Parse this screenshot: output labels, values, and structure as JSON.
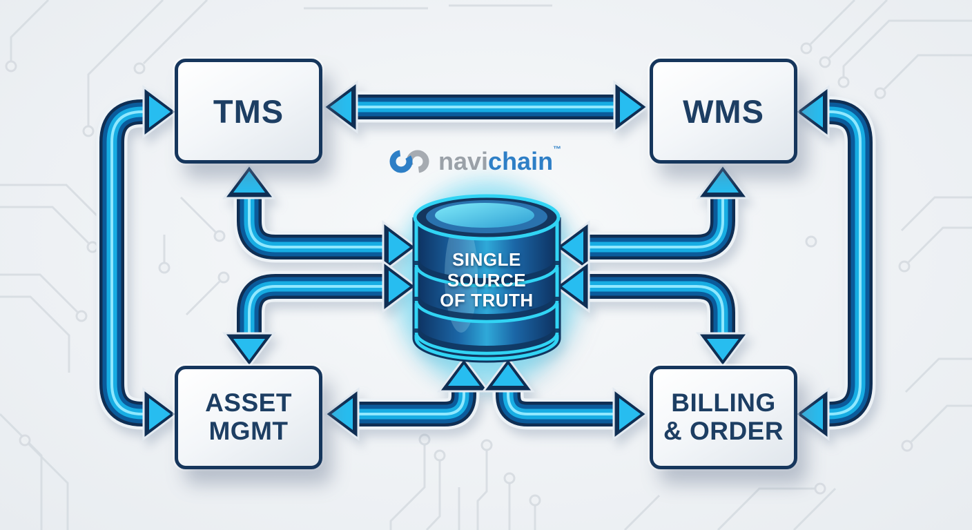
{
  "title": "NaviChain single source of truth integration diagram",
  "brand": {
    "word_part1": "navi",
    "word_part2": "chain",
    "trademark": "™",
    "icon": "chain-links-icon",
    "part1_color": "#9aa1a8",
    "part2_color": "#2e7fc6"
  },
  "nodes": {
    "tms": {
      "label": "TMS"
    },
    "wms": {
      "label": "WMS"
    },
    "asset_mgmt": {
      "line1": "ASSET",
      "line2": "MGMT"
    },
    "billing_order": {
      "line1": "BILLING",
      "line2": "& ORDER"
    },
    "database": {
      "line1": "SINGLE",
      "line2": "SOURCE",
      "line3": "OF TRUTH"
    }
  },
  "edges": [
    {
      "between": [
        "TMS",
        "WMS"
      ],
      "style": "double-headed",
      "route": "top-horizontal"
    },
    {
      "between": [
        "TMS",
        "ASSET MGMT"
      ],
      "style": "double-headed",
      "route": "left-outer-bracket"
    },
    {
      "between": [
        "WMS",
        "BILLING & ORDER"
      ],
      "style": "double-headed",
      "route": "right-outer-bracket"
    },
    {
      "between": [
        "TMS",
        "SINGLE SOURCE OF TRUTH"
      ],
      "style": "double-headed",
      "route": "left-upper-elbow"
    },
    {
      "between": [
        "ASSET MGMT",
        "SINGLE SOURCE OF TRUTH"
      ],
      "style": "double-headed",
      "route": "left-lower-elbow"
    },
    {
      "between": [
        "WMS",
        "SINGLE SOURCE OF TRUTH"
      ],
      "style": "double-headed",
      "route": "right-upper-elbow"
    },
    {
      "between": [
        "BILLING & ORDER",
        "SINGLE SOURCE OF TRUTH"
      ],
      "style": "double-headed",
      "route": "right-lower-elbow"
    },
    {
      "between": [
        "ASSET MGMT",
        "SINGLE SOURCE OF TRUTH"
      ],
      "style": "double-headed",
      "route": "bottom-left-elbow"
    },
    {
      "between": [
        "BILLING & ORDER",
        "SINGLE SOURCE OF TRUTH"
      ],
      "style": "double-headed",
      "route": "bottom-right-elbow"
    }
  ],
  "colors": {
    "arrow_cyan": "#29c2f1",
    "arrow_navy": "#0f2e53",
    "arrow_mid_blue": "#0b5b9b",
    "arrow_core": "#8fe8ff",
    "box_border": "#16365c",
    "box_text": "#1d3e63",
    "db_glow": "#54dcfa",
    "db_body_dark": "#0d3160",
    "db_body_light": "#2fa9d9",
    "background": "#eef1f4",
    "trace_gray": "#d6dbe1"
  }
}
